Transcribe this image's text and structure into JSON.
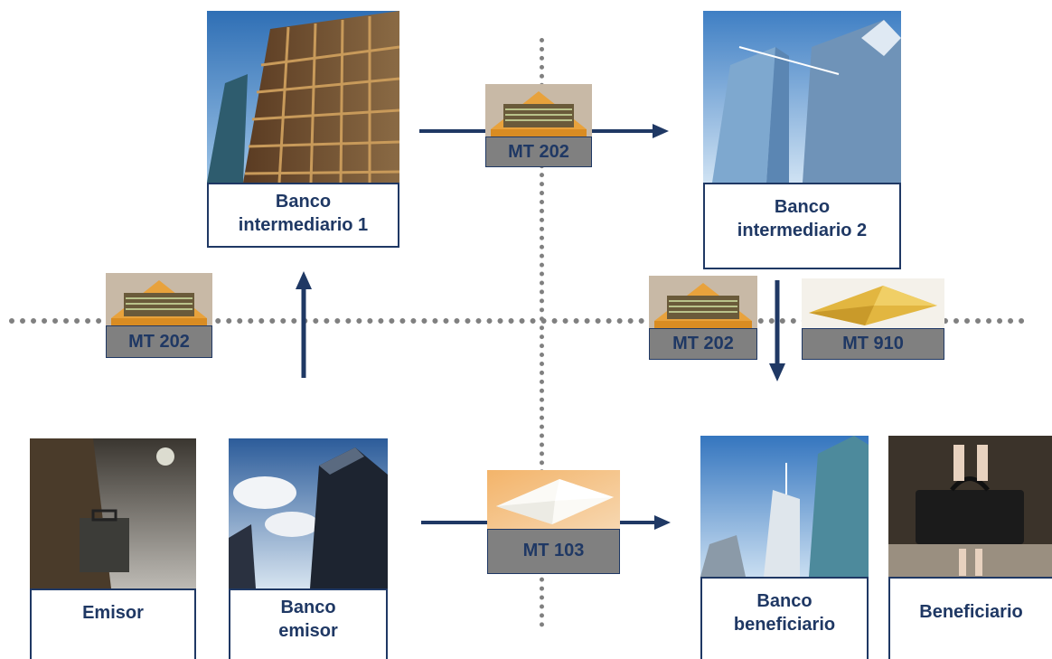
{
  "colors": {
    "navy": "#1f3864",
    "label_bg": "#808080",
    "divider": "#808080"
  },
  "nodes": {
    "banco_intermediario_1": {
      "line1": "Banco",
      "line2": "intermediario 1"
    },
    "banco_intermediario_2": {
      "line1": "Banco",
      "line2": "intermediario 2"
    },
    "emisor": {
      "line1": "Emisor"
    },
    "banco_emisor": {
      "line1": "Banco",
      "line2": "emisor"
    },
    "banco_beneficiario": {
      "line1": "Banco",
      "line2": "beneficiario"
    },
    "beneficiario": {
      "line1": "Beneficiario"
    }
  },
  "messages": {
    "top_center": "MT 202",
    "left_middle": "MT 202",
    "right_middle_a": "MT 202",
    "right_middle_b": "MT 910",
    "bottom_center": "MT 103"
  },
  "icons": {
    "money_envelope": "money-envelope-icon",
    "gold_envelope": "gold-envelope-icon",
    "white_envelope": "white-envelope-icon"
  }
}
